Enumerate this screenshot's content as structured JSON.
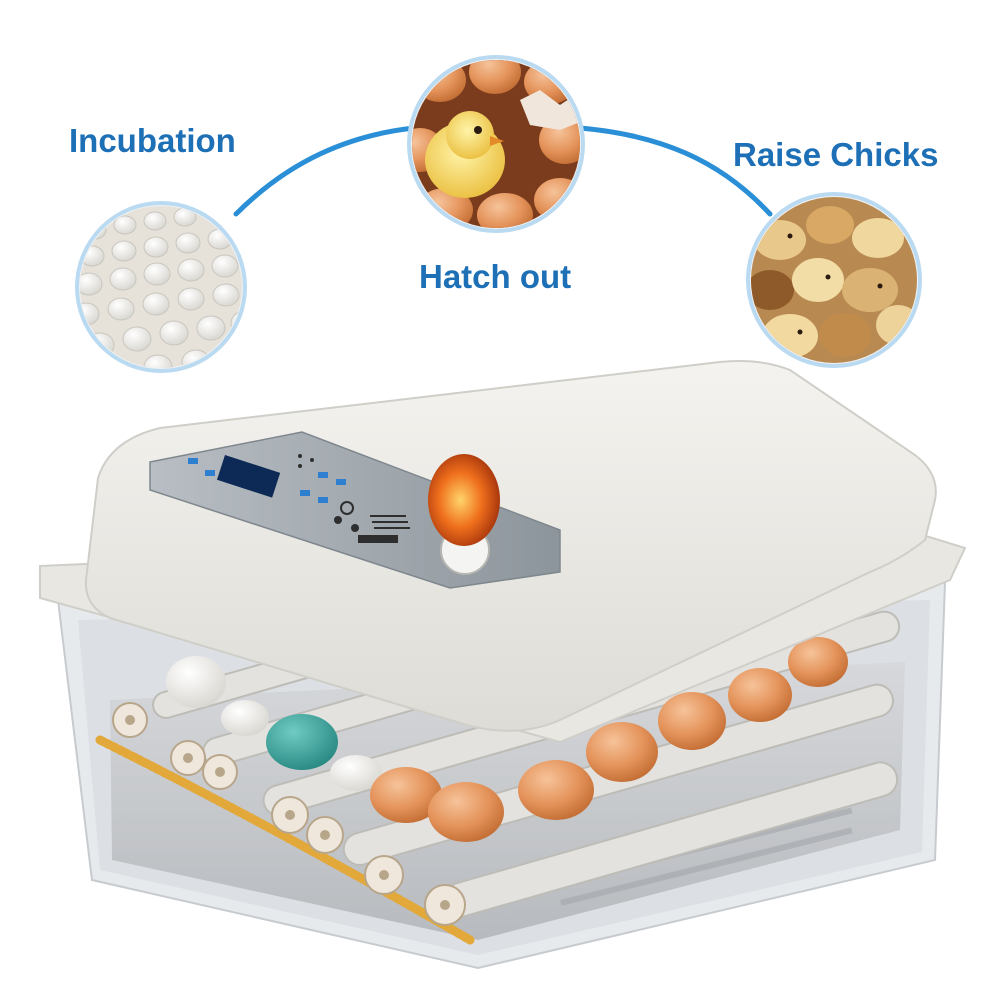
{
  "labels": {
    "incubation": "Incubation",
    "hatch_out": "Hatch out",
    "raise_chicks": "Raise Chicks"
  },
  "colors": {
    "label_text": "#1d6fb6",
    "arc": "#2a8fd6",
    "circle_border": "#b9daf1",
    "incubator_body": "#ecebe7",
    "control_panel": "#9ea5ab",
    "egg_brown": "#e59a62",
    "egg_white": "#f5f4f0",
    "egg_teal": "#3fa9a2",
    "roller": "#d9d8d4",
    "gear": "#efe7db",
    "spring": "#e2a83a"
  },
  "images": {
    "incubation_circle": "white-eggs-on-turning-tray",
    "hatch_circle": "chick-hatching-from-egg",
    "raise_circle": "group-of-chicks",
    "product": "egg-incubator-with-roller-tray"
  }
}
